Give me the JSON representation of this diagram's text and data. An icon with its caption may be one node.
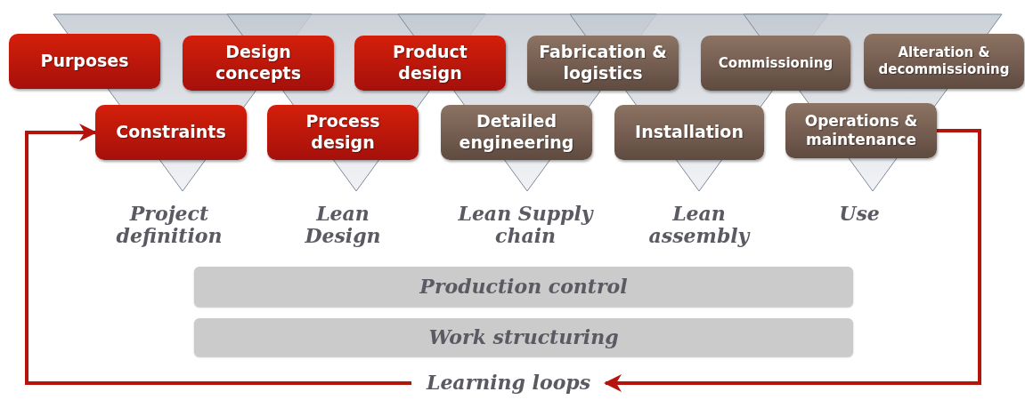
{
  "diagram": {
    "nodes": [
      {
        "text": [
          "Purposes"
        ]
      },
      {
        "text": [
          "Design concepts"
        ]
      },
      {
        "text": [
          "Product design"
        ]
      },
      {
        "text": [
          "Fabrication & logistics"
        ]
      },
      {
        "text": [
          "Commissioning"
        ]
      },
      {
        "text": [
          "Alteration & decommissioning"
        ]
      },
      {
        "text": [
          "Constraints"
        ]
      },
      {
        "text": [
          "Process design"
        ]
      },
      {
        "text": [
          "Detailed engineering"
        ]
      },
      {
        "text": [
          "Installation"
        ]
      },
      {
        "text": [
          "Operations & maintenance"
        ]
      },
      {
        "text": [
          "Production control"
        ]
      },
      {
        "text": [
          "Work structuring"
        ]
      },
      {
        "text": [
          "Learning loops"
        ]
      }
    ],
    "edges": [
      {
        "from": 13,
        "to": 6,
        "arrow": "to"
      },
      {
        "from": 10,
        "to": 13,
        "arrow": "to"
      }
    ],
    "labels": [
      "Project definition",
      "Lean Design",
      "Lean Supply chain",
      "Lean assembly",
      "Use"
    ]
  }
}
